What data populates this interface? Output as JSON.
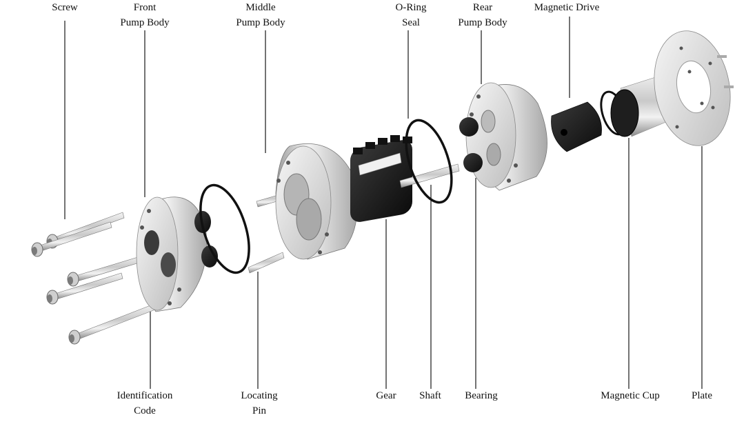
{
  "labels": {
    "screw": [
      "Screw"
    ],
    "front_pump_body": [
      "Front",
      "Pump Body"
    ],
    "middle_pump_body": [
      "Middle",
      "Pump Body"
    ],
    "o_ring_seal": [
      "O-Ring",
      "Seal"
    ],
    "rear_pump_body": [
      "Rear",
      "Pump Body"
    ],
    "magnetic_drive": [
      "Magnetic Drive"
    ],
    "identification_code": [
      "Identification",
      "Code"
    ],
    "locating_pin": [
      "Locating",
      "Pin"
    ],
    "gear": [
      "Gear"
    ],
    "shaft": [
      "Shaft"
    ],
    "bearing": [
      "Bearing"
    ],
    "magnetic_cup": [
      "Magnetic Cup"
    ],
    "plate": [
      "Plate"
    ]
  },
  "colors": {
    "metal_light": "#e8e8e8",
    "metal_dark": "#8c8c8c",
    "black_part": "#1a1a1a",
    "leader_line": "#000000"
  }
}
